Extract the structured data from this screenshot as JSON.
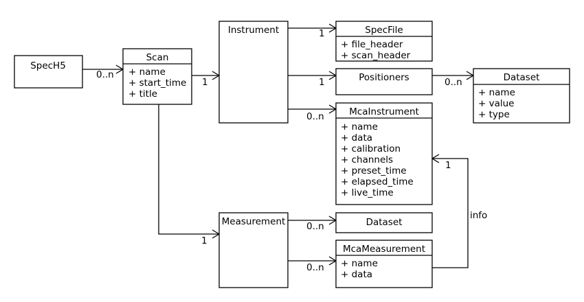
{
  "classes": {
    "spech5": {
      "name": "SpecH5",
      "attributes": []
    },
    "scan": {
      "name": "Scan",
      "attributes": [
        "+ name",
        "+ start_time",
        "+ title"
      ]
    },
    "instrument": {
      "name": "Instrument",
      "attributes": []
    },
    "specfile": {
      "name": "SpecFile",
      "attributes": [
        "+ file_header",
        "+ scan_header"
      ]
    },
    "positioners": {
      "name": "Positioners",
      "attributes": []
    },
    "dataset_top": {
      "name": "Dataset",
      "attributes": [
        "+ name",
        "+ value",
        "+ type"
      ]
    },
    "mcainstrument": {
      "name": "McaInstrument",
      "attributes": [
        "+ name",
        "+ data",
        "+ calibration",
        "+ channels",
        "+ preset_time",
        "+ elapsed_time",
        "+ live_time"
      ]
    },
    "measurement": {
      "name": "Measurement",
      "attributes": []
    },
    "dataset_bottom": {
      "name": "Dataset",
      "attributes": []
    },
    "mcameasurement": {
      "name": "McaMeasurement",
      "attributes": [
        "+ name",
        "+ data"
      ]
    }
  },
  "relations": {
    "spech5_scan": "0..n",
    "scan_instrument": "1",
    "scan_measurement": "1",
    "instrument_specfile": "1",
    "instrument_positioners": "1",
    "instrument_mcainstrument": "0..n",
    "positioners_dataset": "0..n",
    "measurement_dataset": "0..n",
    "measurement_mcameasurement": "0..n",
    "mcameasurement_mcainstrument": "1",
    "mcameasurement_mcainstrument_role": "info"
  }
}
